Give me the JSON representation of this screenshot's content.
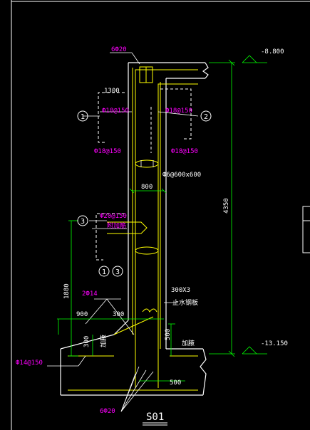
{
  "drawing_title": "S01",
  "elevations": {
    "top": "-8.800",
    "bottom": "-13.150"
  },
  "dimensions": {
    "wall_thickness": "800",
    "height_total": "4350",
    "height_1880": "1880",
    "width_900": "900",
    "width_300_top": "300",
    "height_300": "300",
    "height_500": "500",
    "width_500_bottom": "500",
    "width_1300": "1300"
  },
  "rebar_labels": {
    "top_bar": "6Ф20",
    "left_mesh": "Ф18@150",
    "right_mesh": "Ф18@150",
    "left_mid": "Ф18@150",
    "right_mid": "Ф18@150",
    "tie": "Ф6@600x600",
    "dowel": "Ф20@150",
    "dowel_note": "附加筋",
    "bar_2": "2Ф14",
    "bottom_bar": "Ф14@150",
    "bottom_group": "6Ф20"
  },
  "notes": {
    "waterstop_size": "300X3",
    "waterstop_name": "止水钢板",
    "haunch_left": "加腋",
    "haunch_right": "加腋"
  },
  "markers": {
    "m1": "1",
    "m2": "2",
    "m3": "3"
  }
}
